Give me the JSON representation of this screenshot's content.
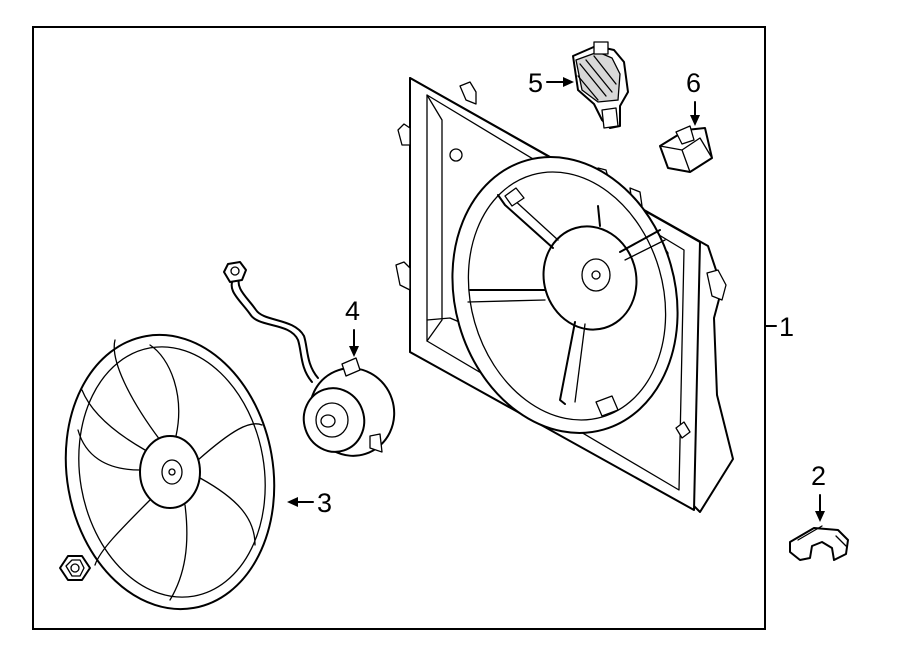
{
  "callouts": [
    {
      "id": "1",
      "label": "1"
    },
    {
      "id": "2",
      "label": "2"
    },
    {
      "id": "3",
      "label": "3"
    },
    {
      "id": "4",
      "label": "4"
    },
    {
      "id": "5",
      "label": "5"
    },
    {
      "id": "6",
      "label": "6"
    }
  ],
  "parts": [
    {
      "callout": "1",
      "icon": "fan-shroud-icon"
    },
    {
      "callout": "2",
      "icon": "retaining-clip-icon"
    },
    {
      "callout": "3",
      "icon": "fan-blade-icon"
    },
    {
      "callout": "4",
      "icon": "fan-motor-icon"
    },
    {
      "callout": "5",
      "icon": "fan-resistor-icon"
    },
    {
      "callout": "6",
      "icon": "connector-icon"
    },
    {
      "callout": "",
      "icon": "hex-nut-icon"
    }
  ]
}
